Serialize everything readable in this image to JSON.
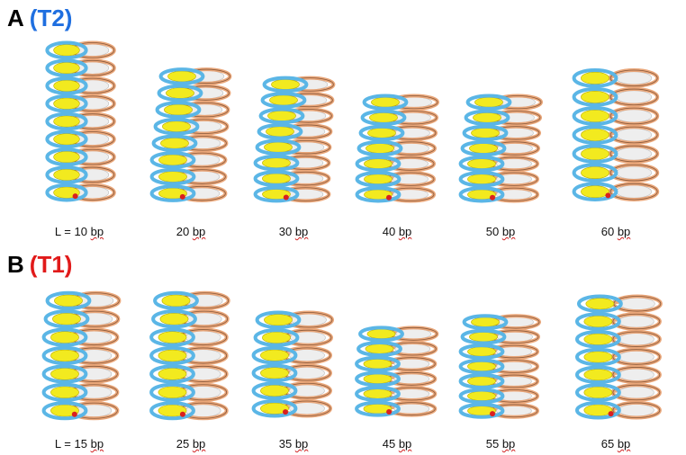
{
  "panels": [
    {
      "letter": "A",
      "tag": "(T2)",
      "tag_color": "#1f6fe0",
      "items": [
        {
          "prefix": "L = ",
          "num": "10",
          "unit": "bp",
          "stack": [
            9,
            0
          ]
        },
        {
          "prefix": "",
          "num": "20",
          "unit": "bp",
          "stack": [
            6,
            2
          ]
        },
        {
          "prefix": "",
          "num": "30",
          "unit": "bp",
          "stack": [
            6,
            2
          ]
        },
        {
          "prefix": "",
          "num": "40",
          "unit": "bp",
          "stack": [
            5,
            2
          ]
        },
        {
          "prefix": "",
          "num": "50",
          "unit": "bp",
          "stack": [
            5,
            2
          ]
        },
        {
          "prefix": "",
          "num": "60",
          "unit": "bp",
          "stack": [
            7,
            0
          ]
        }
      ]
    },
    {
      "letter": "B",
      "tag": "(T1)",
      "tag_color": "#e11a1a",
      "items": [
        {
          "prefix": "L = ",
          "num": "15",
          "unit": "bp",
          "stack": [
            3,
            4
          ]
        },
        {
          "prefix": "",
          "num": "25",
          "unit": "bp",
          "stack": [
            3,
            4
          ]
        },
        {
          "prefix": "",
          "num": "35",
          "unit": "bp",
          "stack": [
            3,
            3
          ]
        },
        {
          "prefix": "",
          "num": "45",
          "unit": "bp",
          "stack": [
            3,
            3
          ]
        },
        {
          "prefix": "",
          "num": "55",
          "unit": "bp",
          "stack": [
            3,
            4
          ]
        },
        {
          "prefix": "",
          "num": "65",
          "unit": "bp",
          "stack": [
            2,
            5
          ]
        }
      ]
    }
  ],
  "colors": {
    "orange_strand": "#e9a679",
    "orange_dark": "#8a5a3c",
    "blue_strand": "#5bb6e6",
    "yellow_bead": "#f2ea1f",
    "white_bead": "#eeeeee",
    "red_dot": "#d92020"
  }
}
